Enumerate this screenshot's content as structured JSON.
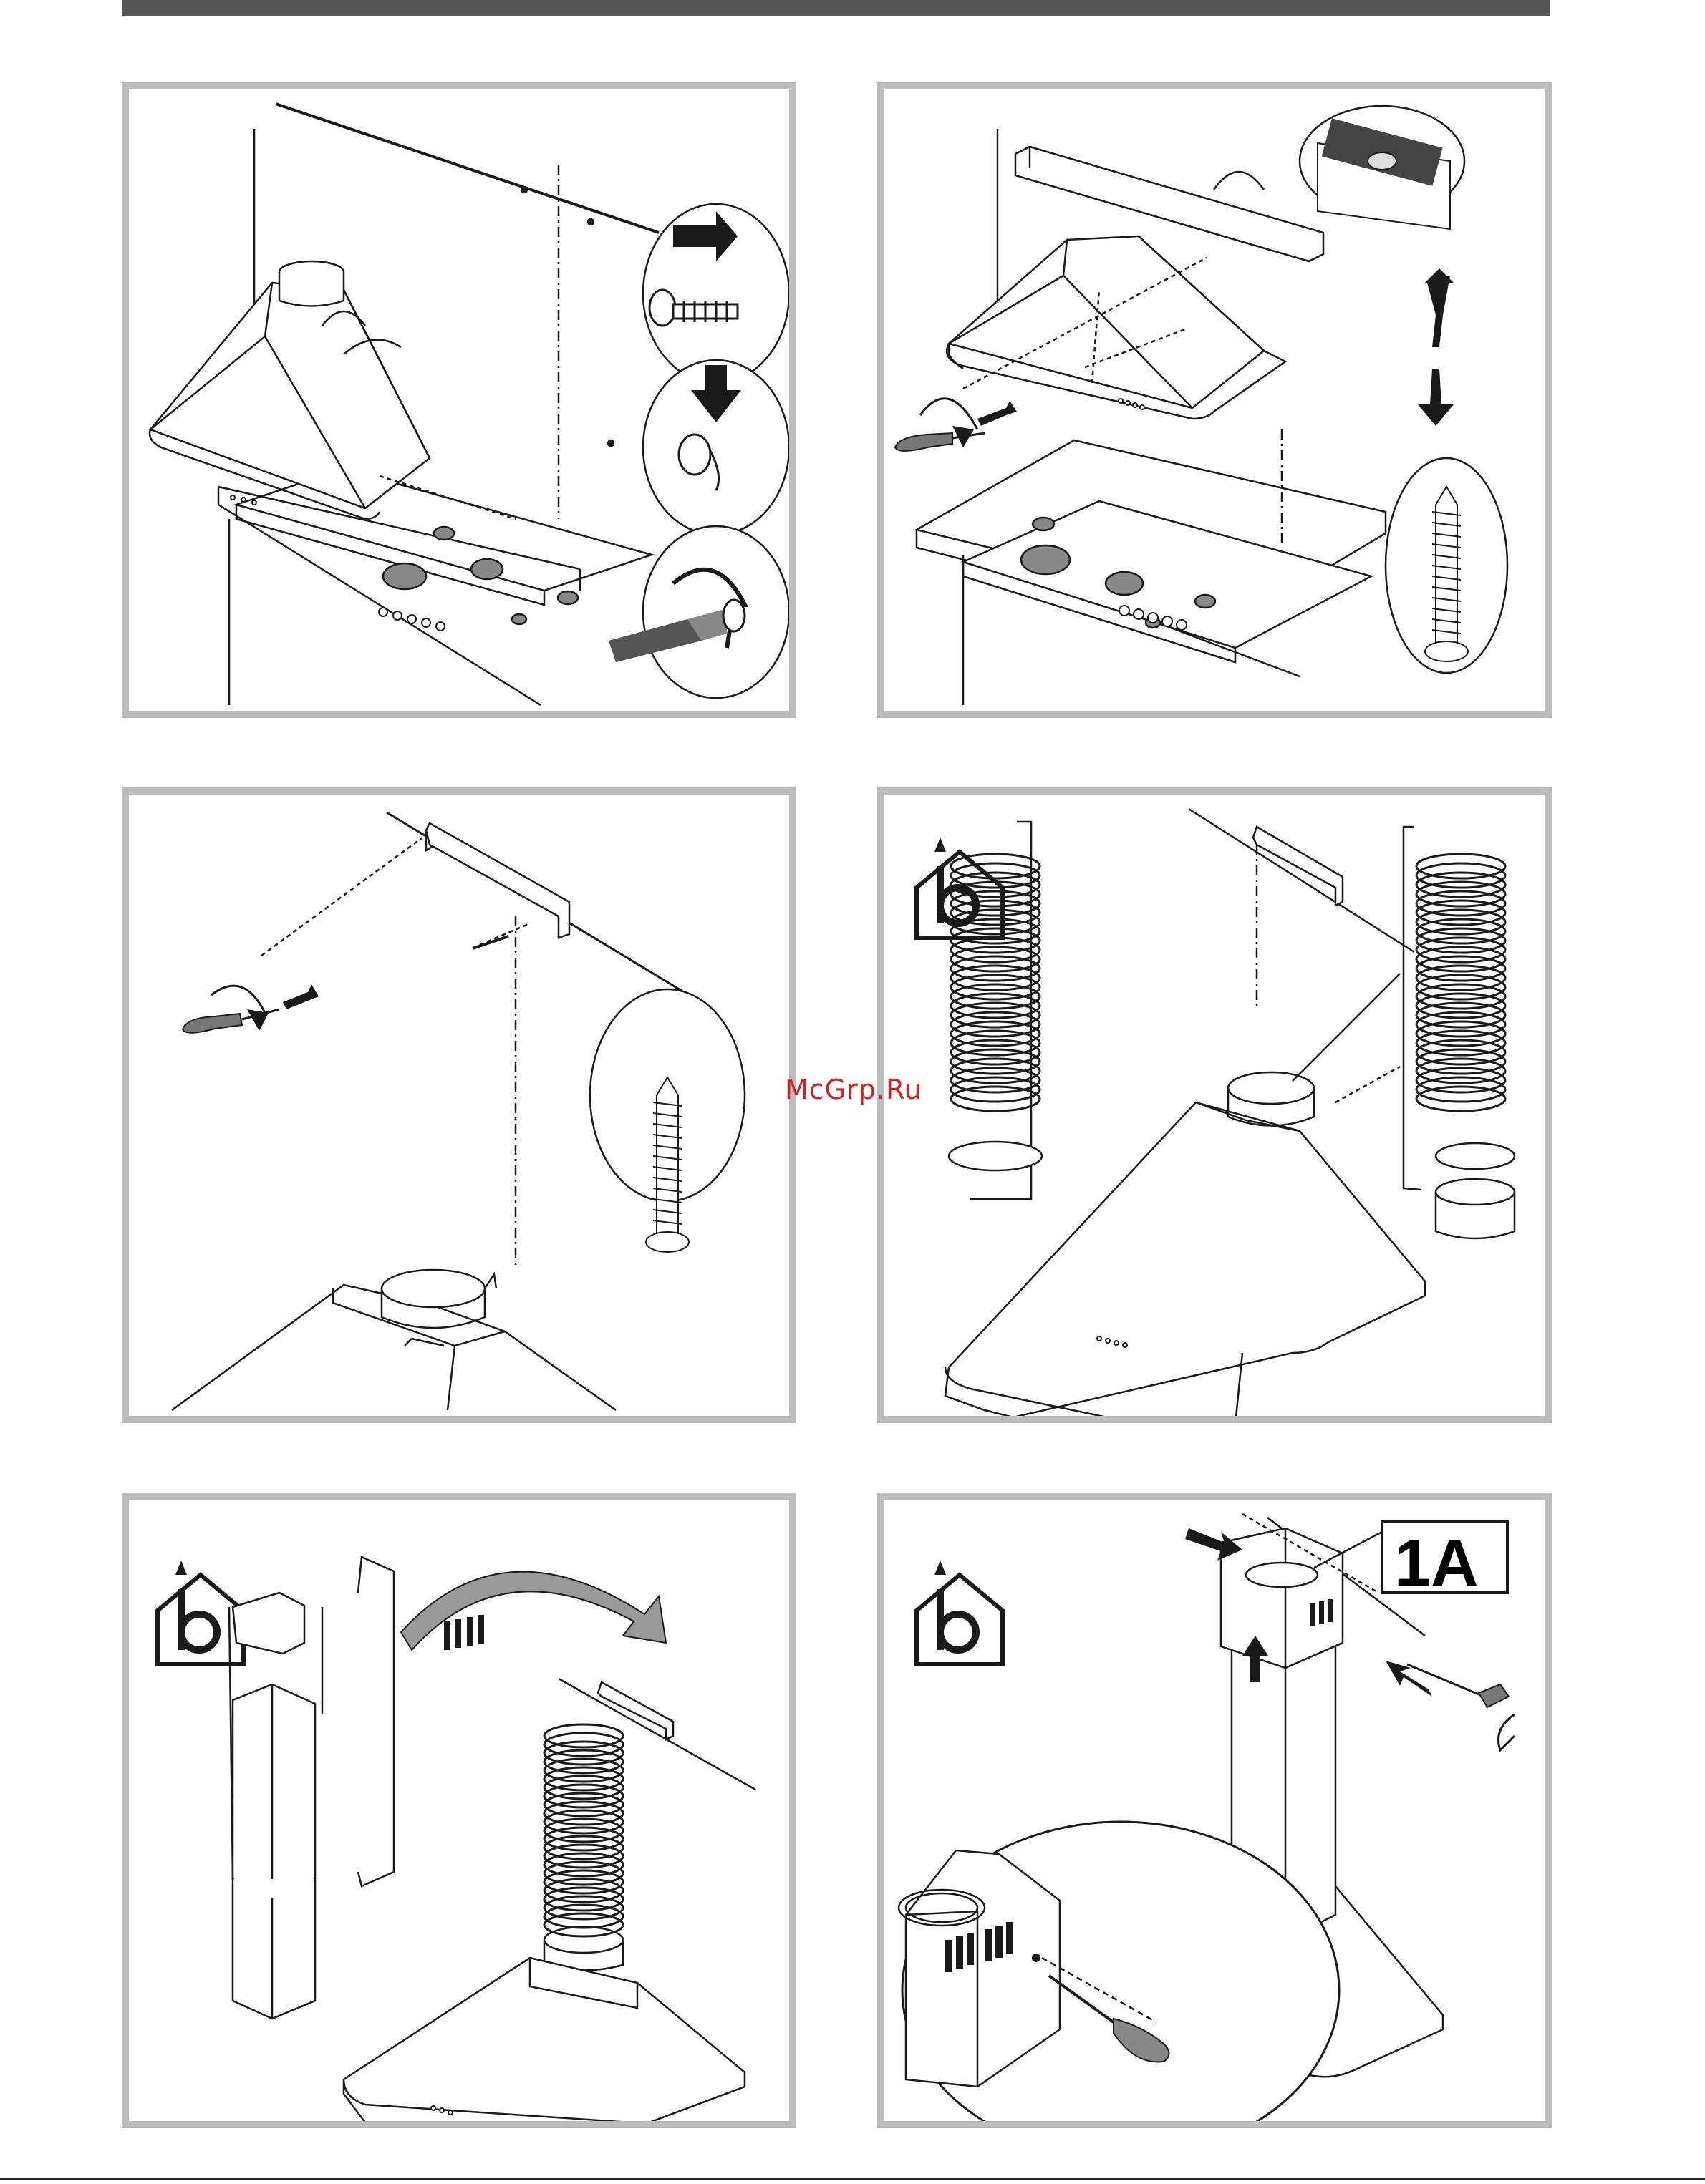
{
  "watermark": {
    "text": "McGrp.Ru",
    "color": "#d42020"
  },
  "panels": [
    {
      "id": "step-1",
      "icons": [
        "wall-hole-marking",
        "screw-insert-arrow",
        "wall-plug-icon",
        "screwdriver-rotate-icon"
      ]
    },
    {
      "id": "step-2",
      "icons": [
        "spirit-level-icon",
        "up-down-arrow-icon",
        "screw-detail-icon",
        "screwdriver-icon"
      ]
    },
    {
      "id": "step-3",
      "icons": [
        "bracket-icon",
        "screw-detail-icon",
        "screwdriver-icon"
      ]
    },
    {
      "id": "step-4",
      "icons": [
        "ducted-version-icon",
        "flexible-duct-icon",
        "hose-clamp-icon",
        "adapter-ring-icon"
      ]
    },
    {
      "id": "step-5",
      "icons": [
        "ducted-version-icon",
        "chimney-cover-icon",
        "curved-arrow-icon"
      ]
    },
    {
      "id": "step-6",
      "icons": [
        "ducted-version-icon",
        "screwdriver-icon",
        "arrow-up-icon"
      ],
      "label": "1A"
    }
  ],
  "colors": {
    "frame": "#bdbdbd",
    "topbar": "#555555",
    "ink": "#1a1a1a"
  }
}
